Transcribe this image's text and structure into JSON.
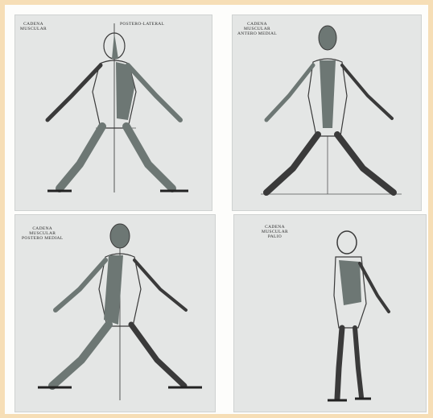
{
  "panels": [
    {
      "id": "p1",
      "label_lines": [
        "CADENA",
        "MUSCULAR"
      ],
      "label2": "POSTERO-LATERAL"
    },
    {
      "id": "p2",
      "label_lines": [
        "CADENA",
        "MUSCULAR",
        "ANTERO MEDIAL"
      ]
    },
    {
      "id": "p3",
      "label_lines": [
        "CADENA",
        "MUSCULAR",
        "POSTERO MEDIAL"
      ]
    },
    {
      "id": "p4",
      "label_lines": [
        "CADENA",
        "MUSCULAR",
        "PALIO"
      ]
    }
  ],
  "colors": {
    "background": "#f6deb6",
    "panel": "#e4e6e5",
    "muscle": "#6d7774",
    "outline": "#3a3a3a"
  }
}
